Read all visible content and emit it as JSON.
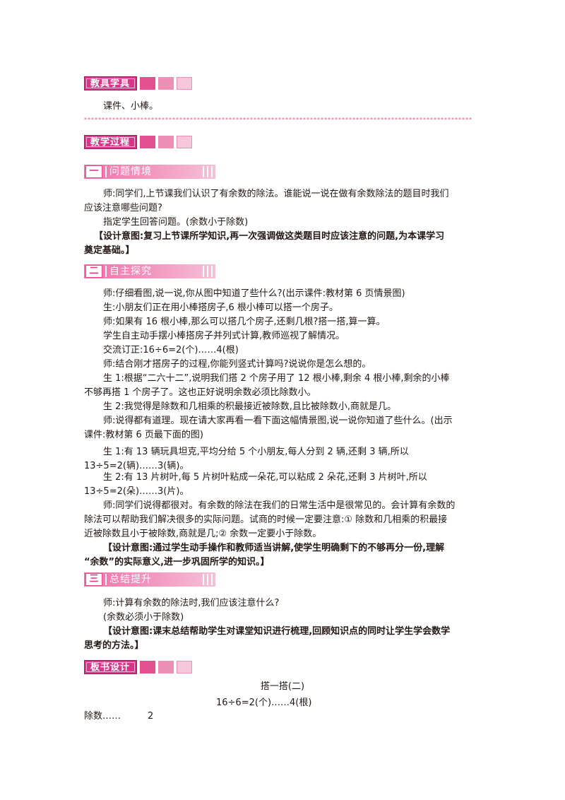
{
  "sections": {
    "tools_title": "教具学具",
    "tools_text": "课件、小棒。",
    "process_title": "教学过程",
    "board_title": "板书设计"
  },
  "stars": "**************************************************************************************************************",
  "part1": {
    "num": "一",
    "title": "问题情境",
    "lines": [
      "师:同学们,上节课我们认识了有余数的除法。谁能说一说在做有余数除法的题目时我们",
      "应该注意哪些问题?",
      "指定学生回答问题。(余数小于除数)",
      "【设计意图:复习上节课所学知识,再一次强调做这类题目时应该注意的问题,为本课学习",
      "奠定基础。】"
    ]
  },
  "part2": {
    "num": "二",
    "title": "自主探究",
    "lines": [
      "师:仔细看图,说一说,你从图中知道了些什么?(出示课件:教材第 6 页情景图)",
      "生:小朋友们正在用小棒搭房子,6 根小棒可以搭一个房子。",
      "师:如果有 16 根小棒,那么可以搭几个房子,还剩几根?搭一搭,算一算。",
      "学生自主动手摆小棒搭房子并列式计算,教师巡视了解情况。",
      "交流订正:16÷6=2(个)……4(根)",
      "师:结合刚才搭房子的过程,你能列竖式计算吗?说说你是怎么想的。",
      "生 1:根据“二六十二”,说明我们搭 2 个房子用了 12 根小棒,剩余 4 根小棒,剩余的小棒",
      "不够再搭 1 个房子了。这也正好说明余数必须比除数小。",
      "生 2:我觉得是除数和几相乘的积最接近被除数,且比被除数小,商就是几。",
      "师:说得都有道理。现在请大家再看一看下面这幅情景图,说一说你知道了些什么。(出示",
      "课件:教材第 6 页最下面的图)",
      "生 1:有 13 辆玩具坦克,平均分给 5 个小朋友,每人分到 2 辆,还剩 3 辆,所以",
      "13÷5=2(辆)……3(辆)。",
      "生 2:有 13 片树叶,每 5 片树叶粘成一朵花,可以粘成 2 朵花,还剩 3 片树叶,所以",
      "13÷5=2(朵)……3(片)。",
      "师:同学们说得都很对。有余数的除法在我们的日常生活中是很常见的。会计算有余数的",
      "除法可以帮助我们解决很多的实际问题。试商的时候一定要注意:① 除数和几相乘的积最接",
      "近被除数且小于被除数,商就是几;② 余数一定要小于除数。",
      "【设计意图:通过学生动手操作和教师适当讲解,使学生明确剩下的不够再分一份,理解",
      "“余数”的实际意义,进一步巩固所学的知识。】"
    ]
  },
  "part3": {
    "num": "三",
    "title": "总结提升",
    "lines": [
      "师:计算有余数的除法时,我们应该注意什么?",
      "(余数必须小于除数)",
      "【设计意图:课末总结帮助学生对课堂知识进行梳理,回顾知识点的同时让学生学会数学",
      "思考的方法。】"
    ]
  },
  "board": {
    "title": "搭一搭(二)",
    "equation": "16÷6=2(个)……4(根)",
    "label": "除数……",
    "value": "2"
  }
}
